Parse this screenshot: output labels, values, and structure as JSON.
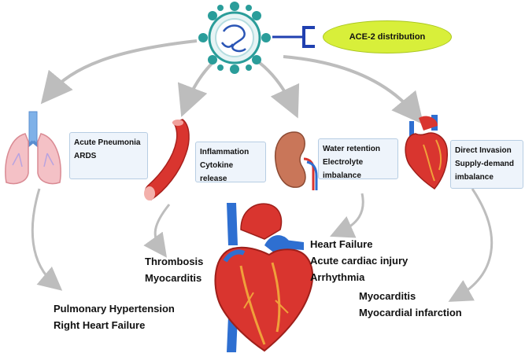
{
  "receptor_label": "ACE-2 distribution",
  "icons": [
    "virus-icon",
    "receptor-icon",
    "lungs-icon",
    "blood-vessel-icon",
    "kidney-icon",
    "small-heart-icon",
    "large-heart-icon"
  ],
  "organs": {
    "lungs": {
      "lines": [
        "Acute Pneumonia",
        "ARDS"
      ]
    },
    "vessel": {
      "lines": [
        "Inflammation",
        "Cytokine release"
      ]
    },
    "kidney": {
      "lines": [
        "Water retention",
        "Electrolyte imbalance"
      ]
    },
    "heart": {
      "lines": [
        "Direct Invasion",
        "Supply-demand",
        "imbalance"
      ]
    }
  },
  "outcomes": {
    "pulmonary": [
      "Pulmonary Hypertension",
      "Right Heart Failure"
    ],
    "vascular": [
      "Thrombosis",
      "Myocarditis"
    ],
    "renal": [
      "Heart Failure",
      "Acute cardiac injury",
      "Arrhythmia"
    ],
    "cardiac": [
      "Myocarditis",
      "Myocardial infarction"
    ]
  },
  "colors": {
    "arrow": "#bdbdbd",
    "pill": "#d8ef3a",
    "box_bg": "#eef4fb",
    "virus": "#2a9d9a",
    "heart_red": "#d9352f",
    "vessel_blue": "#2e6fd1"
  }
}
